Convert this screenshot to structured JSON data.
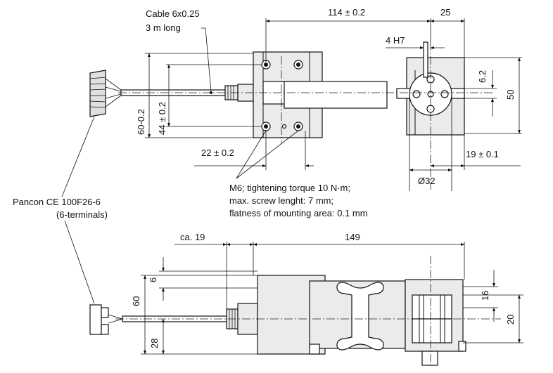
{
  "labels": {
    "cable": "Cable 6x0.25",
    "cable_length": "3 m long",
    "connector": "Pancon CE 100F26-6",
    "connector_terminals": "(6-terminals)",
    "mount_note_1": "M6; tightening torque 10 N·m;",
    "mount_note_2": "max. screw lenght: 7 mm;",
    "mount_note_3": "flatness of mounting area: 0.1 mm"
  },
  "dimensions": {
    "length_114": "114 ± 0.2",
    "width_25": "25",
    "hole_4h7": "4 H7",
    "offset_6_2": "6.2",
    "height_50": "50",
    "height_60": "60-0.2",
    "height_44": "44 ± 0.2",
    "spacing_22": "22 ± 0.2",
    "offset_19": "19 ± 0.1",
    "diameter_32": "Ø32",
    "ca_19": "ca. 19",
    "length_149": "149",
    "side_6": "6",
    "side_60": "60",
    "side_28": "28",
    "side_16": "16",
    "side_20": "20"
  },
  "colors": {
    "line": "#111111",
    "body_fill": "#ebebeb"
  }
}
